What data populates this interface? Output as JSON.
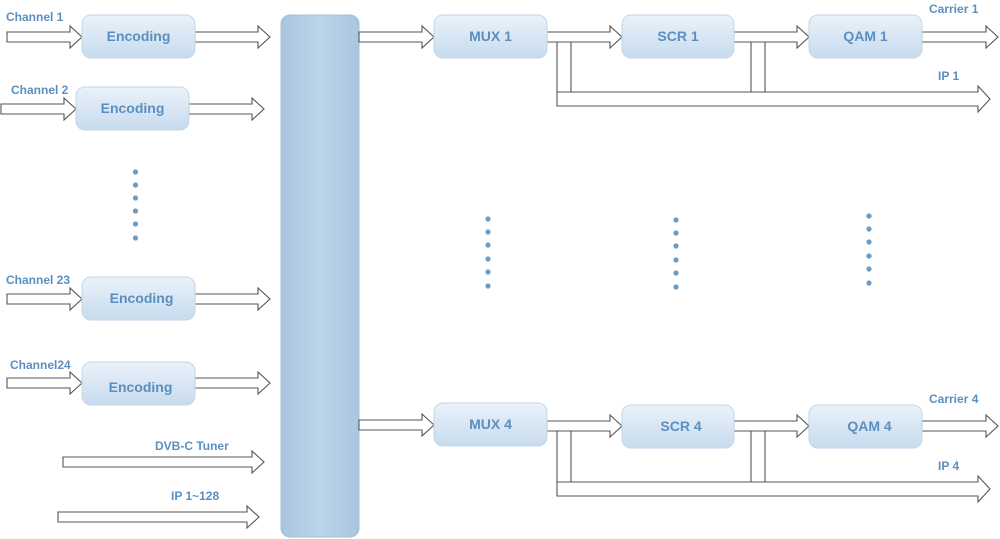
{
  "inputs": {
    "channel_1": "Channel 1",
    "channel_2": "Channel 2",
    "channel_23": "Channel 23",
    "channel_24": "Channel24",
    "dvbc_tuner": "DVB-C Tuner",
    "ip_inputs": "IP 1~128"
  },
  "encoders": {
    "encoder_1": "Encoding",
    "encoder_2": "Encoding",
    "encoder_23": "Encoding",
    "encoder_24": "Encoding"
  },
  "chain_1": {
    "mux": "MUX 1",
    "scr": "SCR 1",
    "qam": "QAM 1",
    "carrier": "Carrier 1",
    "ip": "IP 1"
  },
  "chain_4": {
    "mux": "MUX 4",
    "scr": "SCR 4",
    "qam": "QAM 4",
    "carrier": "Carrier 4",
    "ip": "IP 4"
  },
  "colors": {
    "box_fill_top": "#e6f0f8",
    "box_fill_bottom": "#c9dcee",
    "label": "#5b8fc0",
    "bus": "#b3cde3",
    "arrow_stroke": "#555555",
    "dots": "#6a9cc8"
  }
}
